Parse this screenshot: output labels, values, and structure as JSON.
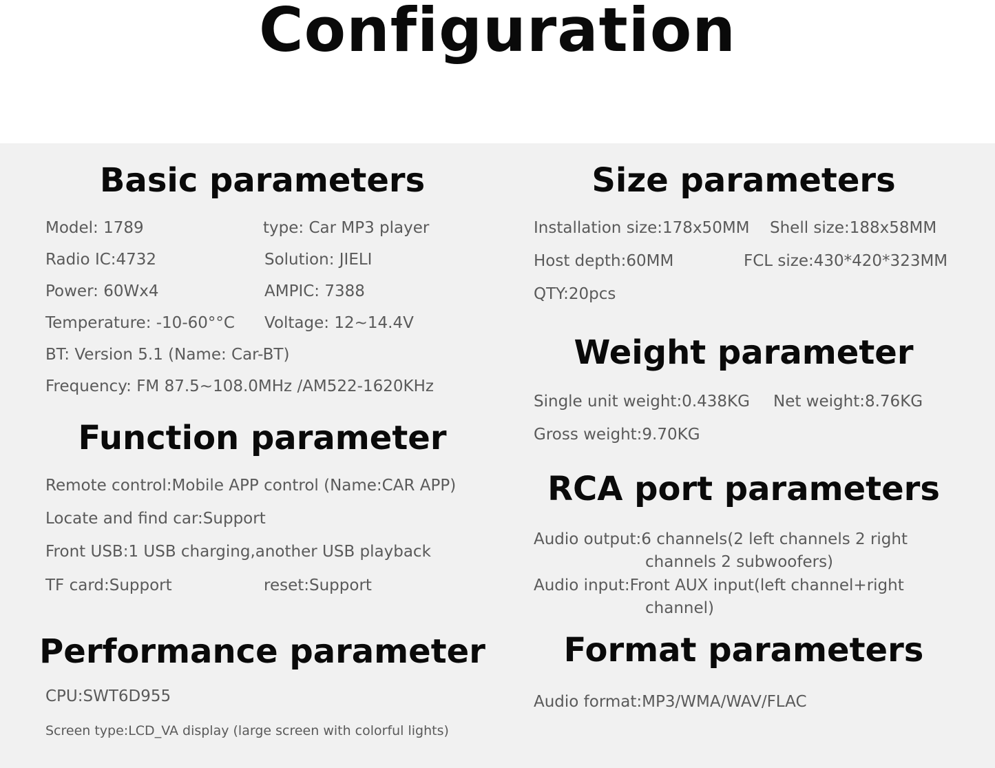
{
  "title": "Configuration",
  "basic": {
    "heading": "Basic parameters",
    "model": "Model: 1789",
    "type": "type: Car MP3 player",
    "radio_ic": "Radio IC:4732",
    "solution": "Solution: JIELI",
    "power": "Power: 60Wx4",
    "ampic": "AMPIC: 7388",
    "temperature": "Temperature: -10-60°°C",
    "voltage": "Voltage: 12~14.4V",
    "bt": "BT: Version 5.1 (Name: Car-BT)",
    "frequency": "Frequency: FM 87.5~108.0MHz /AM522-1620KHz"
  },
  "function": {
    "heading": "Function parameter",
    "remote": "Remote control:Mobile APP control (Name:CAR APP)",
    "locate": "Locate and find car:Support",
    "usb": "Front USB:1 USB charging,another USB playback",
    "tf": "TF card:Support",
    "reset": "reset:Support"
  },
  "performance": {
    "heading": "Performance parameter",
    "cpu": "CPU:SWT6D955",
    "screen": "Screen type:LCD_VA display (large screen with colorful lights)"
  },
  "size": {
    "heading": "Size parameters",
    "installation": "Installation size:178x50MM",
    "shell": "Shell size:188x58MM",
    "host_depth": "Host depth:60MM",
    "fcl": "FCL size:430*420*323MM",
    "qty": "QTY:20pcs"
  },
  "weight": {
    "heading": "Weight parameter",
    "single": "Single unit weight:0.438KG",
    "net": "Net weight:8.76KG",
    "gross": "Gross weight:9.70KG"
  },
  "rca": {
    "heading": "RCA port parameters",
    "output_1": "Audio output:6 channels(2 left channels 2 right",
    "output_2": "channels 2 subwoofers)",
    "input_1": "Audio input:Front AUX input(left channel+right",
    "input_2": "channel)"
  },
  "format": {
    "heading": "Format parameters",
    "audio": "Audio format:MP3/WMA/WAV/FLAC"
  }
}
